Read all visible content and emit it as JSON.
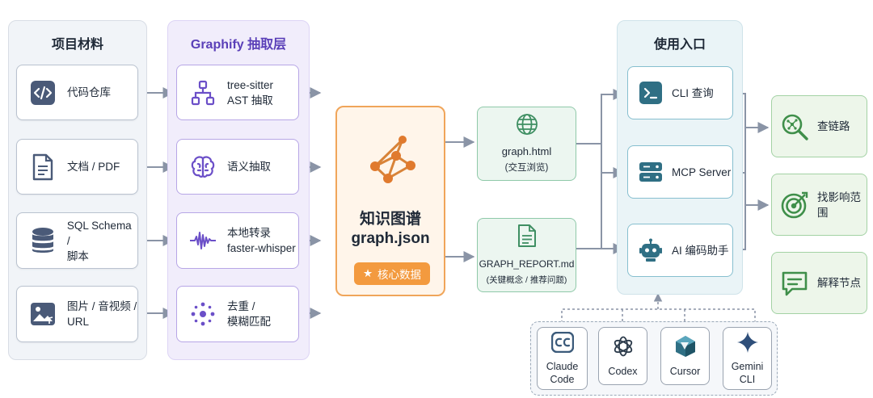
{
  "sources": {
    "title": "项目材料",
    "items": [
      {
        "label": "代码仓库",
        "icon": "code-icon"
      },
      {
        "label": "文档 / PDF",
        "icon": "document-icon"
      },
      {
        "label": "SQL Schema /\n脚本",
        "icon": "database-icon"
      },
      {
        "label": "图片 / 音视频 /\nURL",
        "icon": "image-icon"
      }
    ]
  },
  "extract": {
    "title": "Graphify 抽取层",
    "items": [
      {
        "label": "tree-sitter\nAST 抽取",
        "icon": "tree-icon"
      },
      {
        "label": "语义抽取",
        "icon": "brain-icon"
      },
      {
        "label": "本地转录\nfaster-whisper",
        "icon": "waveform-icon"
      },
      {
        "label": "去重 /\n模糊匹配",
        "icon": "dots-cluster-icon"
      }
    ]
  },
  "core": {
    "line1": "知识图谱",
    "line2": "graph.json",
    "badge": "核心数据",
    "icon": "graph-network-icon"
  },
  "outputs": [
    {
      "label": "graph.html",
      "sub": "(交互浏览)",
      "icon": "globe-icon"
    },
    {
      "label": "GRAPH_REPORT.md",
      "sub": "(关键概念 / 推荐问题)",
      "icon": "report-icon"
    }
  ],
  "usage": {
    "title": "使用入口",
    "items": [
      {
        "label": "CLI 查询",
        "icon": "terminal-icon"
      },
      {
        "label": "MCP Server",
        "icon": "server-icon"
      },
      {
        "label": "AI 编码助手",
        "icon": "robot-icon"
      }
    ]
  },
  "results": [
    {
      "label": "查链路",
      "icon": "search-network-icon"
    },
    {
      "label": "找影响范围",
      "icon": "target-icon"
    },
    {
      "label": "解释节点",
      "icon": "chat-icon"
    }
  ],
  "tools": [
    {
      "label": "Claude\nCode",
      "icon": "claude-code-icon"
    },
    {
      "label": "Codex",
      "icon": "codex-icon"
    },
    {
      "label": "Cursor",
      "icon": "cursor-icon"
    },
    {
      "label": "Gemini\nCLI",
      "icon": "gemini-icon"
    }
  ],
  "colors": {
    "source_bg": "#f1f4f8",
    "extract_bg": "#f1edfb",
    "extract_accent": "#6b4fc8",
    "core_accent": "#f39a3f",
    "output_bg": "#ecf6f0",
    "usage_bg": "#eaf4f7",
    "result_bg": "#edf6ea",
    "arrow": "#8a94a6"
  }
}
